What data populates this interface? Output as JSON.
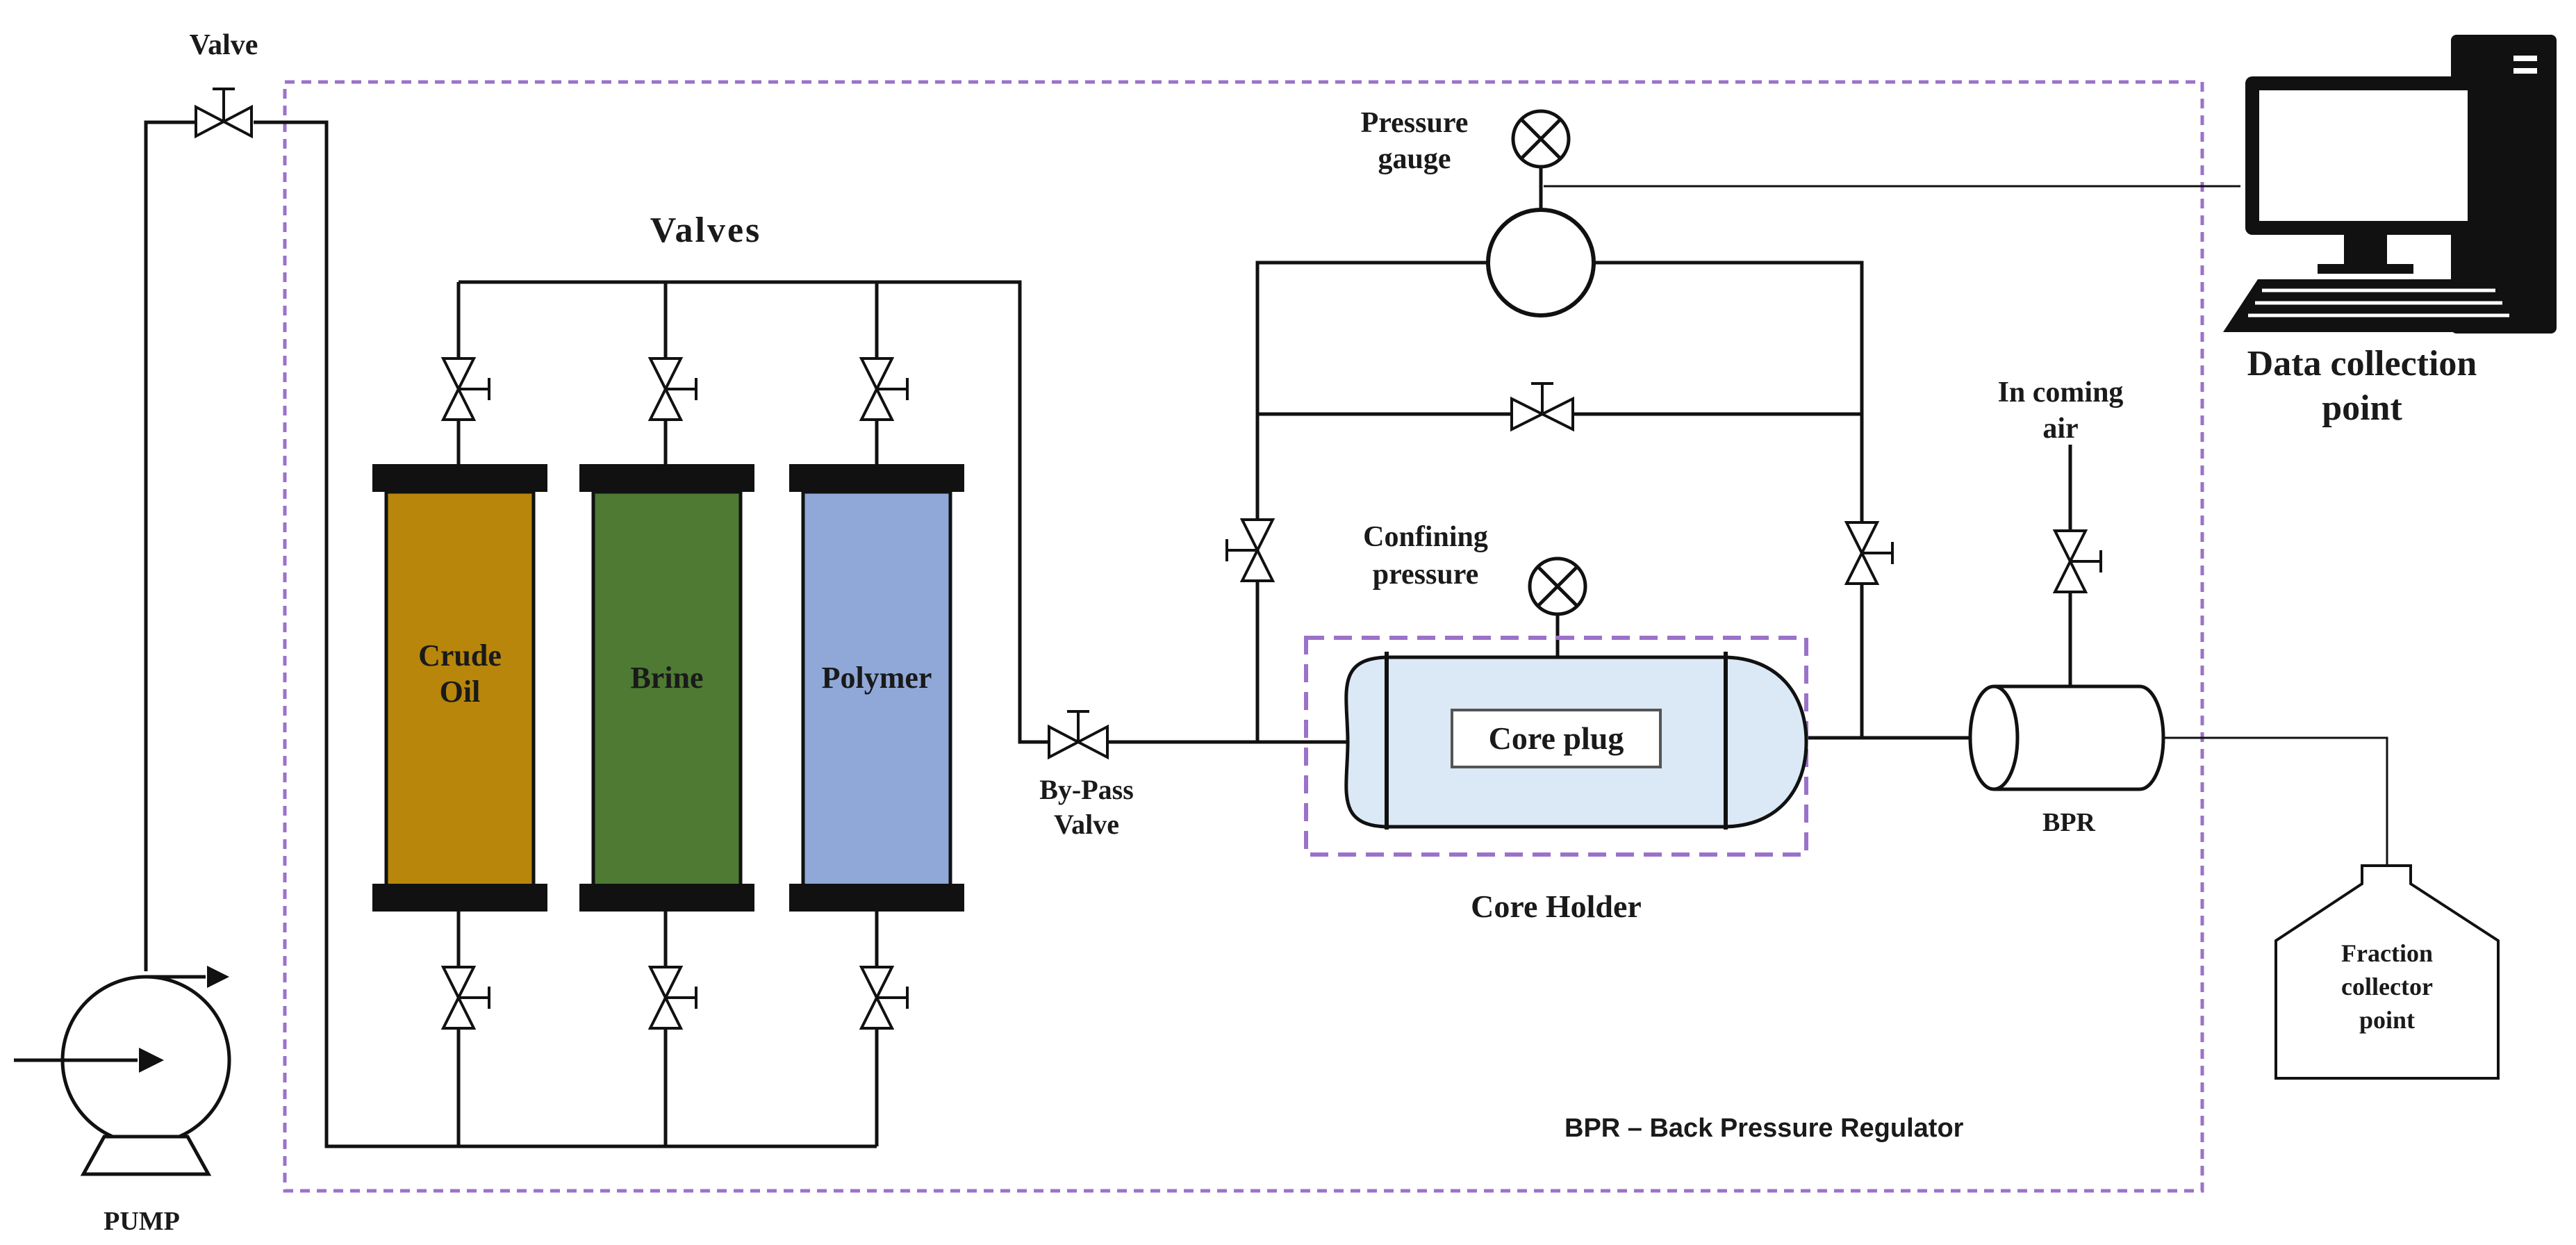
{
  "labels": {
    "valve_top": "Valve",
    "valves": "Valves",
    "pressure_gauge_1": "Pressure",
    "pressure_gauge_2": "gauge",
    "data_collection_1": "Data collection",
    "data_collection_2": "point",
    "incoming_air_1": "In coming",
    "incoming_air_2": "air",
    "confining_1": "Confining",
    "confining_2": "pressure",
    "crude_oil_1": "Crude",
    "crude_oil_2": "Oil",
    "brine": "Brine",
    "polymer": "Polymer",
    "bypass_1": "By-Pass",
    "bypass_2": "Valve",
    "core_plug": "Core plug",
    "core_holder": "Core Holder",
    "bpr": "BPR",
    "fraction_1": "Fraction",
    "fraction_2": "collector",
    "fraction_3": "point",
    "legend_bpr": "BPR – Back Pressure Regulator",
    "pump": "PUMP"
  },
  "colors": {
    "crude_oil": "#b8860b",
    "brine": "#4e7a34",
    "polymer": "#8fa8d8",
    "dashed_border": "#9b72c9",
    "core_holder_fill": "#dbe8f5",
    "cap": "#111111"
  },
  "icons": {
    "computer": "desktop-computer-icon",
    "pump": "pump-icon",
    "gauge": "pressure-gauge-icon",
    "valve": "valve-icon"
  }
}
